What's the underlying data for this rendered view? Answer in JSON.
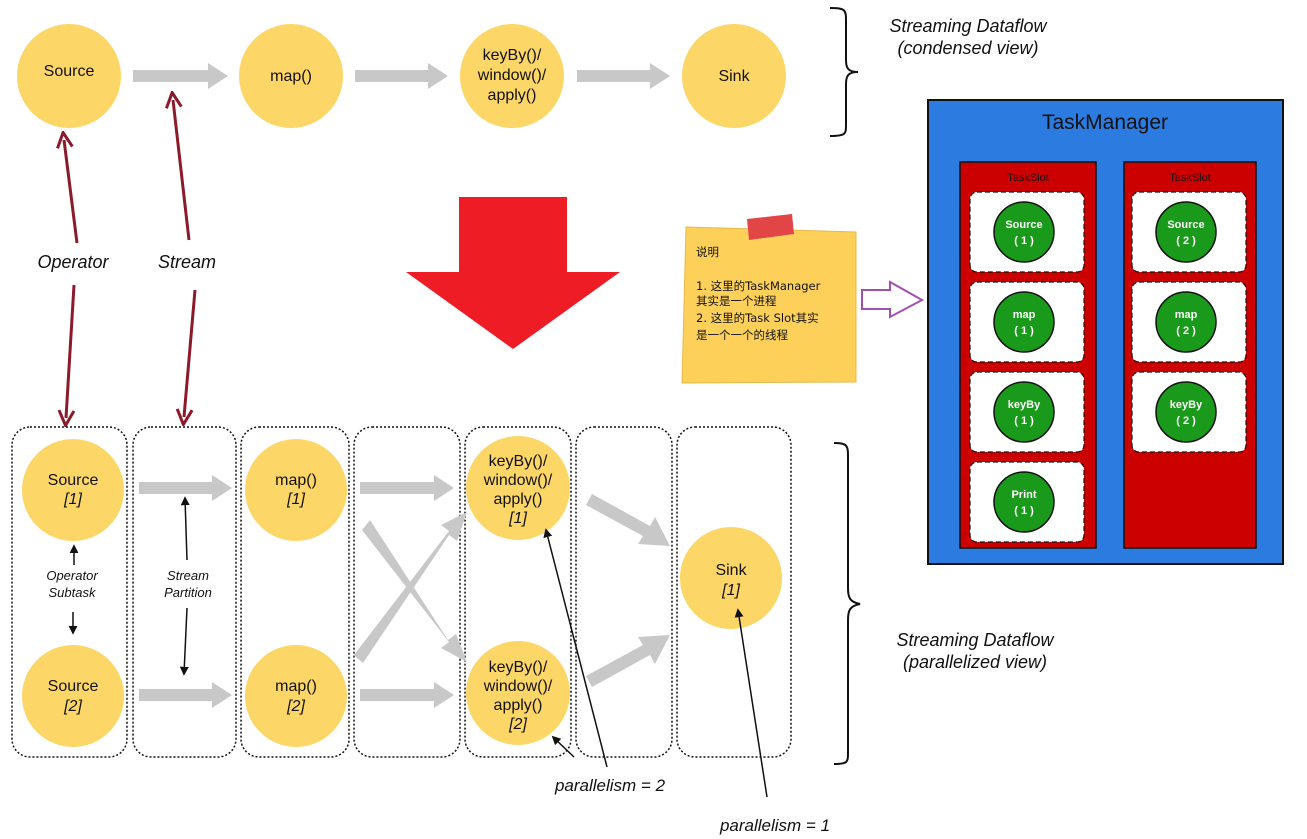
{
  "condensed": {
    "nodes": [
      {
        "name": "source-node",
        "lines": [
          "Source"
        ]
      },
      {
        "name": "map-node",
        "lines": [
          "map()"
        ]
      },
      {
        "name": "keyby-node",
        "lines": [
          "keyBy()/",
          "window()/",
          "apply()"
        ]
      },
      {
        "name": "sink-node",
        "lines": [
          "Sink"
        ]
      }
    ],
    "caption": [
      "Streaming Dataflow",
      "(condensed view)"
    ]
  },
  "labels": {
    "operator": "Operator",
    "stream": "Stream",
    "operator_subtask": [
      "Operator",
      "Subtask"
    ],
    "stream_partition": [
      "Stream",
      "Partition"
    ],
    "parallelism_2": "parallelism = 2",
    "parallelism_1": "parallelism = 1"
  },
  "parallel": {
    "source1": {
      "lines": [
        "Source"
      ],
      "idx": "[1]"
    },
    "source2": {
      "lines": [
        "Source"
      ],
      "idx": "[2]"
    },
    "map1": {
      "lines": [
        "map()"
      ],
      "idx": "[1]"
    },
    "map2": {
      "lines": [
        "map()"
      ],
      "idx": "[2]"
    },
    "keyby1": {
      "lines": [
        "keyBy()/",
        "window()/",
        "apply()"
      ],
      "idx": "[1]"
    },
    "keyby2": {
      "lines": [
        "keyBy()/",
        "window()/",
        "apply()"
      ],
      "idx": "[2]"
    },
    "sink1": {
      "lines": [
        "Sink"
      ],
      "idx": "[1]"
    },
    "caption": [
      "Streaming Dataflow",
      "(parallelized view)"
    ]
  },
  "note": {
    "lines": [
      "说明",
      "",
      "1. 这里的TaskManager",
      "其实是一个进程",
      "2. 这里的Task Slot其实",
      "是一个一个的线程"
    ]
  },
  "taskmanager": {
    "title": "TaskManager",
    "slots": [
      {
        "title": "TaskSlot",
        "ops": [
          [
            "Source",
            "( 1 )"
          ],
          [
            "map",
            "( 1 )"
          ],
          [
            "keyBy",
            "( 1 )"
          ],
          [
            "Print",
            "( 1 )"
          ]
        ]
      },
      {
        "title": "TaskSlot",
        "ops": [
          [
            "Source",
            "( 2 )"
          ],
          [
            "map",
            "( 2 )"
          ],
          [
            "keyBy",
            "( 2 )"
          ]
        ]
      }
    ]
  },
  "colors": {
    "node_fill": "#fdd668",
    "flow_arrow": "#c8c8c8",
    "link_arrow": "#8b1a2b",
    "big_arrow": "#ee1c25",
    "tm_blue": "#2b7be0",
    "slot_red": "#cc0000",
    "op_green": "#1a9a1a",
    "note_yellow": "#fdd05a",
    "tape": "#e14545",
    "hollow_arrow": "#a050b0"
  }
}
